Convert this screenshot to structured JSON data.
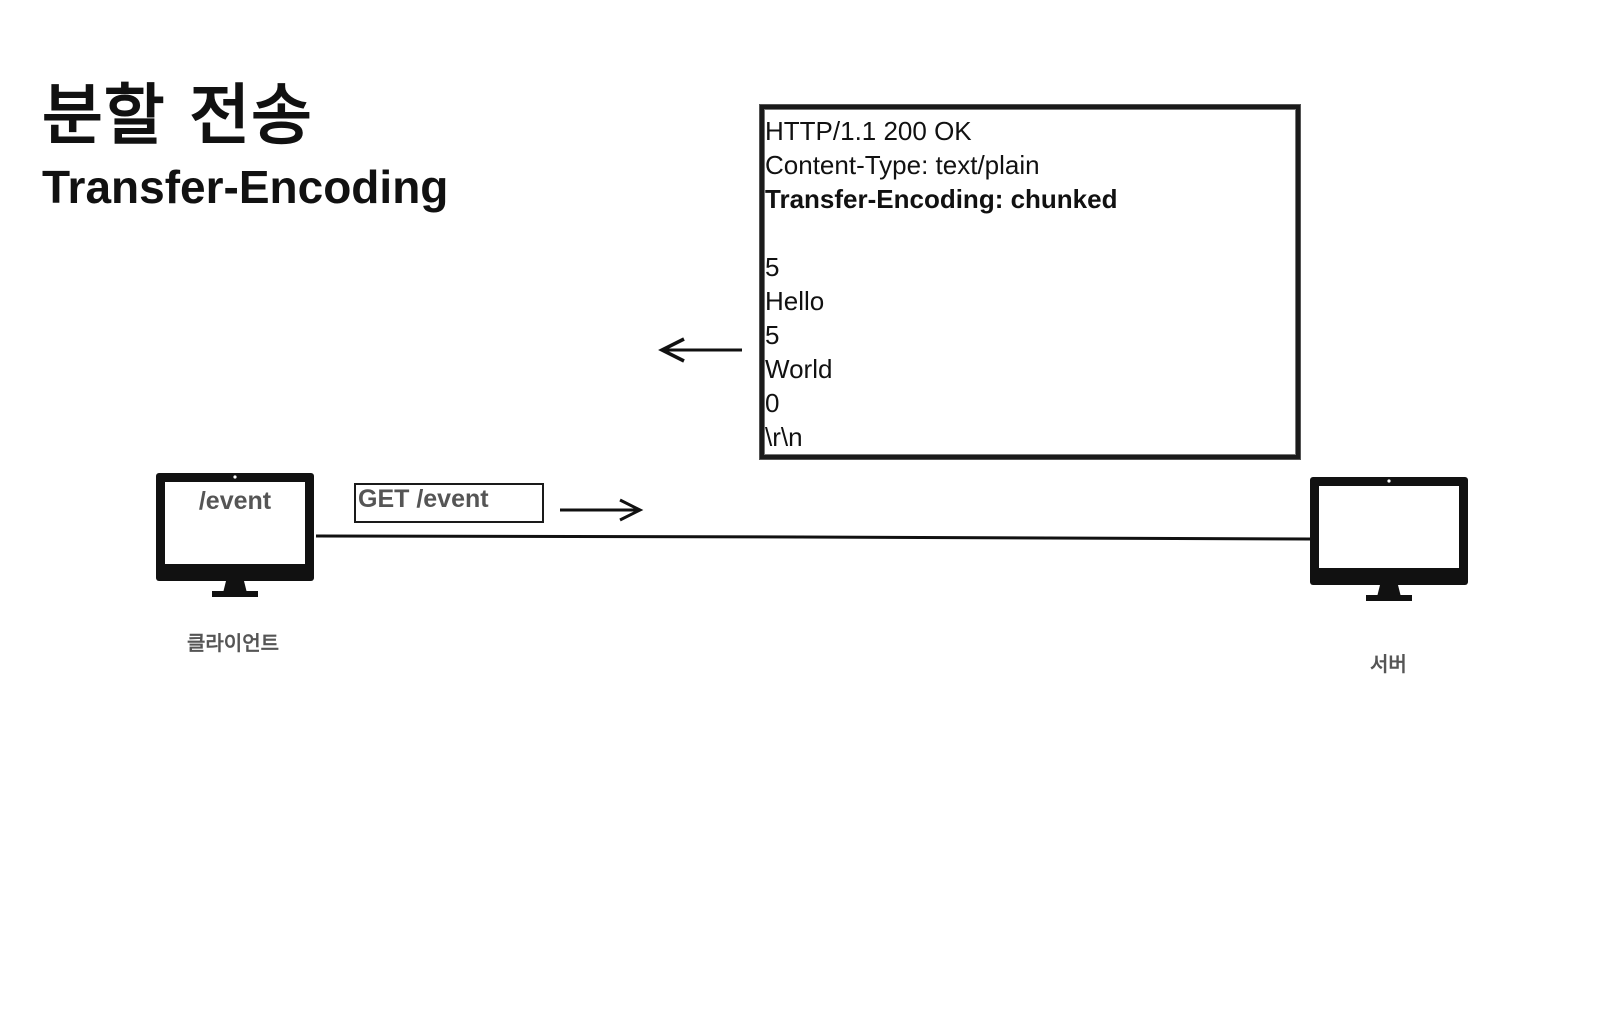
{
  "slide": {
    "title": "분할 전송",
    "subtitle": "Transfer-Encoding"
  },
  "client": {
    "label": "클라이언트",
    "screen_text": "/event"
  },
  "server": {
    "label": "서버"
  },
  "request": {
    "text": "GET /event"
  },
  "response": {
    "lines": [
      "HTTP/1.1 200 OK",
      "Content-Type: text/plain",
      "Transfer-Encoding: chunked",
      "",
      "5",
      "Hello",
      "5",
      "World",
      "0",
      "\\r\\n"
    ]
  }
}
